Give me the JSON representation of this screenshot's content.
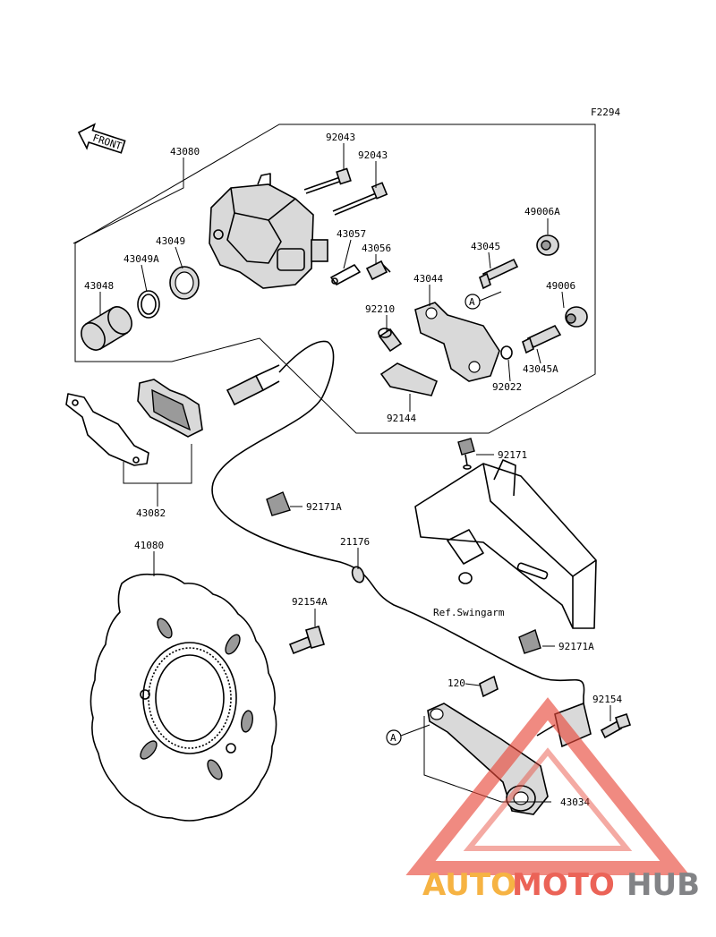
{
  "figure_code": "F2294",
  "front_label": "FRONT",
  "ref_label": "Ref.Swingarm",
  "circle_marker": "A",
  "parts": {
    "p43080": "43080",
    "p92043a": "92043",
    "p92043b": "92043",
    "p43049": "43049",
    "p43049A": "43049A",
    "p43048": "43048",
    "p43057": "43057",
    "p43056": "43056",
    "p49006A": "49006A",
    "p43045": "43045",
    "p43044": "43044",
    "p92210": "92210",
    "p49006": "49006",
    "p43045A": "43045A",
    "p92022": "92022",
    "p92144": "92144",
    "p43082": "43082",
    "p92171": "92171",
    "p92171A_a": "92171A",
    "p41080": "41080",
    "p21176": "21176",
    "p92154A": "92154A",
    "p92171A_b": "92171A",
    "p120": "120",
    "p92154": "92154",
    "p43034": "43034"
  },
  "watermark": {
    "part1": "AUTO",
    "part2": "MOTO",
    "part3": "HUB",
    "color_orange": "#f5a623",
    "color_red": "#e8483a",
    "color_gray": "#6d6e71"
  }
}
